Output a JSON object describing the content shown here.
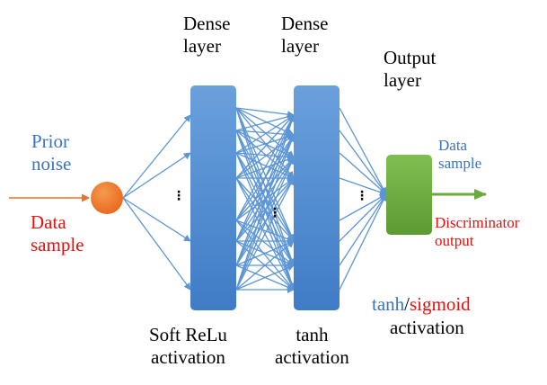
{
  "layers": {
    "dense1_title": "Dense\nlayer",
    "dense2_title": "Dense\nlayer",
    "output_title": "Output\nlayer"
  },
  "inputs": {
    "prior_noise": "Prior\nnoise",
    "data_sample": "Data\nsample"
  },
  "outputs": {
    "data_sample": "Data\nsample",
    "discriminator_output": "Discriminator\noutput"
  },
  "activations": {
    "dense1": "Soft ReLu\nactivation",
    "dense2": "tanh\nactivation",
    "output_tanh": "tanh",
    "output_sep": "/",
    "output_sigmoid": "sigmoid",
    "output_word": "activation"
  },
  "ellipsis": "⋮",
  "colors": {
    "blue_text": "#3b73c4",
    "red_text": "#e8100c",
    "layer_fill": "#4a86d0",
    "output_fill": "#6aaa3e",
    "input_node": "#ee7425",
    "arrow": "#5b95d5",
    "input_arrow": "#ee7425",
    "output_arrow": "#6aaa3e"
  }
}
